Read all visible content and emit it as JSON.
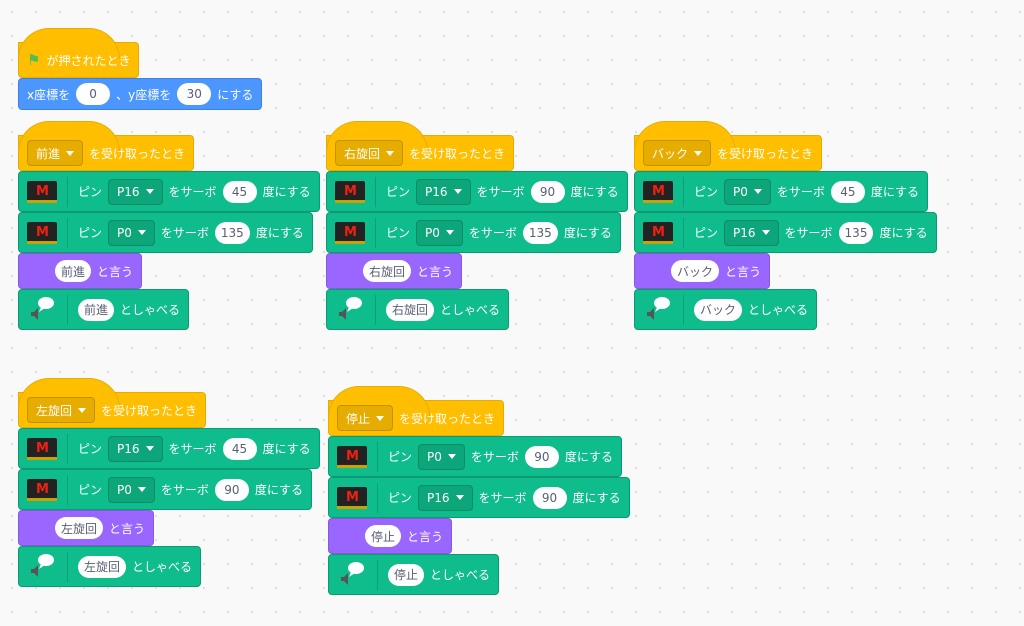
{
  "colors": {
    "events": "#ffbf00",
    "motion": "#4c97ff",
    "extension": "#0fbd8c",
    "looks": "#9966ff"
  },
  "scripts": [
    {
      "blocks": [
        {
          "type": "hat-flag",
          "label": "が押されたとき",
          "icon": "green-flag-icon"
        },
        {
          "type": "goto",
          "x_label": "x座標を",
          "x": "0",
          "y_label": "、y座標を",
          "y": "30",
          "suffix": "にする"
        }
      ]
    },
    {
      "blocks": [
        {
          "type": "hat-receive",
          "message": "前進",
          "label": "を受け取ったとき"
        },
        {
          "type": "servo",
          "pin_label": "ピン",
          "pin": "P16",
          "mid": "をサーボ",
          "angle": "45",
          "suffix": "度にする"
        },
        {
          "type": "servo",
          "pin_label": "ピン",
          "pin": "P0",
          "mid": "をサーボ",
          "angle": "135",
          "suffix": "度にする"
        },
        {
          "type": "say",
          "text": "前進",
          "label": "と言う"
        },
        {
          "type": "speak",
          "text": "前進",
          "label": "としゃべる"
        }
      ]
    },
    {
      "blocks": [
        {
          "type": "hat-receive",
          "message": "右旋回",
          "label": "を受け取ったとき"
        },
        {
          "type": "servo",
          "pin_label": "ピン",
          "pin": "P16",
          "mid": "をサーボ",
          "angle": "90",
          "suffix": "度にする"
        },
        {
          "type": "servo",
          "pin_label": "ピン",
          "pin": "P0",
          "mid": "をサーボ",
          "angle": "135",
          "suffix": "度にする"
        },
        {
          "type": "say",
          "text": "右旋回",
          "label": "と言う"
        },
        {
          "type": "speak",
          "text": "右旋回",
          "label": "としゃべる"
        }
      ]
    },
    {
      "blocks": [
        {
          "type": "hat-receive",
          "message": "バック",
          "label": "を受け取ったとき"
        },
        {
          "type": "servo",
          "pin_label": "ピン",
          "pin": "P0",
          "mid": "をサーボ",
          "angle": "45",
          "suffix": "度にする"
        },
        {
          "type": "servo",
          "pin_label": "ピン",
          "pin": "P16",
          "mid": "をサーボ",
          "angle": "135",
          "suffix": "度にする"
        },
        {
          "type": "say",
          "text": "バック",
          "label": "と言う"
        },
        {
          "type": "speak",
          "text": "バック",
          "label": "としゃべる"
        }
      ]
    },
    {
      "blocks": [
        {
          "type": "hat-receive",
          "message": "左旋回",
          "label": "を受け取ったとき"
        },
        {
          "type": "servo",
          "pin_label": "ピン",
          "pin": "P16",
          "mid": "をサーボ",
          "angle": "45",
          "suffix": "度にする"
        },
        {
          "type": "servo",
          "pin_label": "ピン",
          "pin": "P0",
          "mid": "をサーボ",
          "angle": "90",
          "suffix": "度にする"
        },
        {
          "type": "say",
          "text": "左旋回",
          "label": "と言う"
        },
        {
          "type": "speak",
          "text": "左旋回",
          "label": "としゃべる"
        }
      ]
    },
    {
      "blocks": [
        {
          "type": "hat-receive",
          "message": "停止",
          "label": "を受け取ったとき"
        },
        {
          "type": "servo",
          "pin_label": "ピン",
          "pin": "P0",
          "mid": "をサーボ",
          "angle": "90",
          "suffix": "度にする"
        },
        {
          "type": "servo",
          "pin_label": "ピン",
          "pin": "P16",
          "mid": "をサーボ",
          "angle": "90",
          "suffix": "度にする"
        },
        {
          "type": "say",
          "text": "停止",
          "label": "と言う"
        },
        {
          "type": "speak",
          "text": "停止",
          "label": "としゃべる"
        }
      ]
    }
  ]
}
